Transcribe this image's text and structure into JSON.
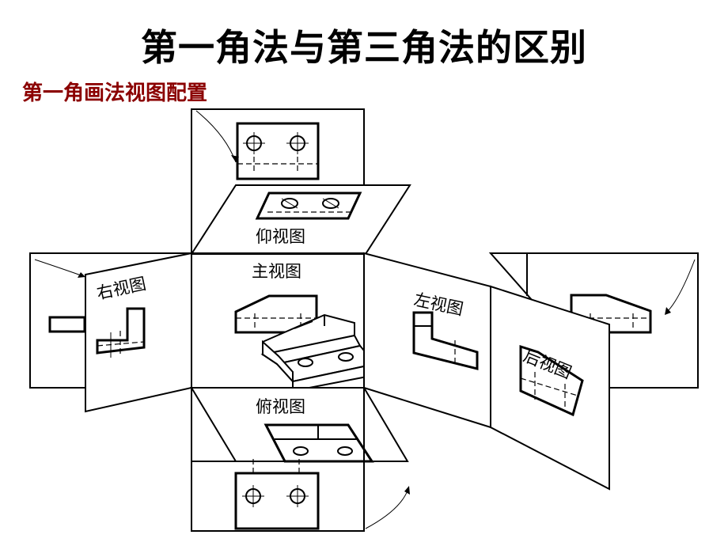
{
  "title": "第一角法与第三角法的区别",
  "subtitle": "第一角画法视图配置",
  "colors": {
    "subtitle": "#8b0000",
    "lines": "#000000"
  },
  "views": {
    "bottom_view": "仰视图",
    "front_view": "主视图",
    "right_view": "右视图",
    "left_view": "左视图",
    "top_view": "俯视图",
    "rear_view": "后视图"
  }
}
